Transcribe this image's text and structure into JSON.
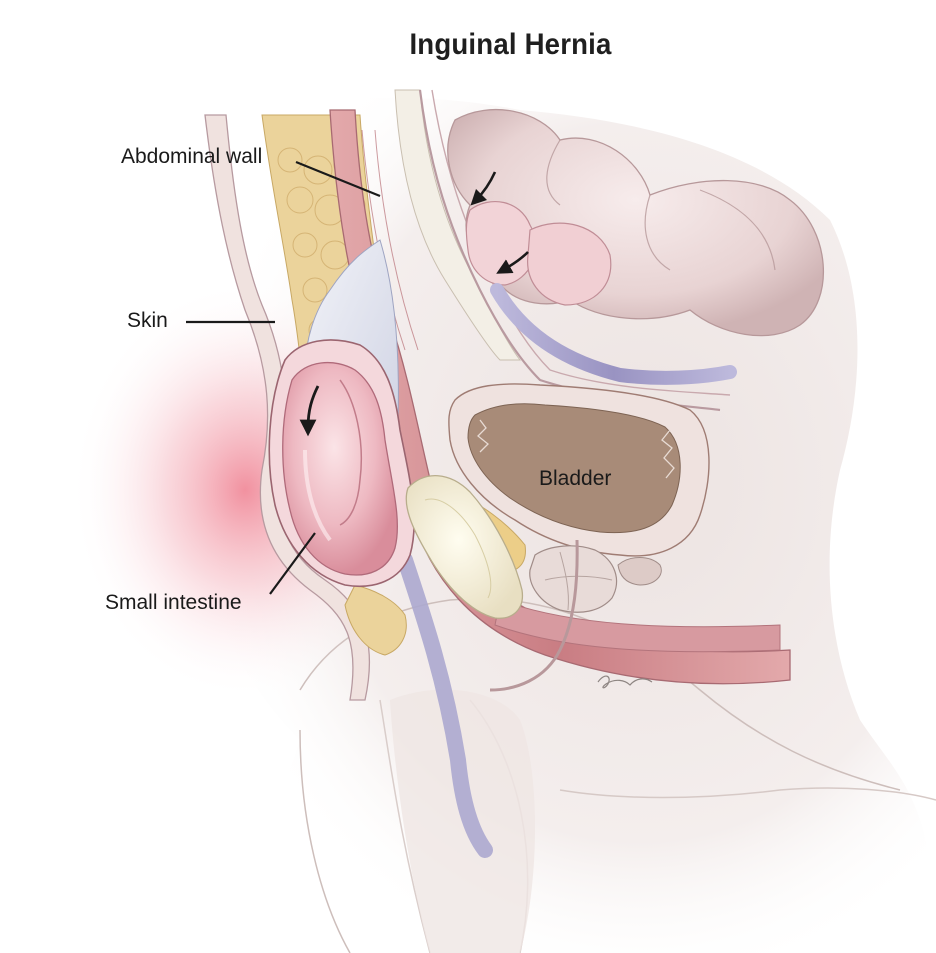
{
  "title": "Inguinal Hernia",
  "labels": {
    "abdominal_wall": "Abdominal wall",
    "skin": "Skin",
    "small_intestine": "Small intestine",
    "bladder": "Bladder"
  },
  "colors": {
    "background": "#ffffff",
    "skin_tone": "#f3ecea",
    "intestine": "#e9b9c0",
    "muscle": "#d48f94",
    "fat": "#e8cf95",
    "fascia": "#dfe3ef",
    "vessel": "#a9a5cc",
    "bladder_interior": "#a88b78",
    "inflammation": "#f08a98"
  }
}
